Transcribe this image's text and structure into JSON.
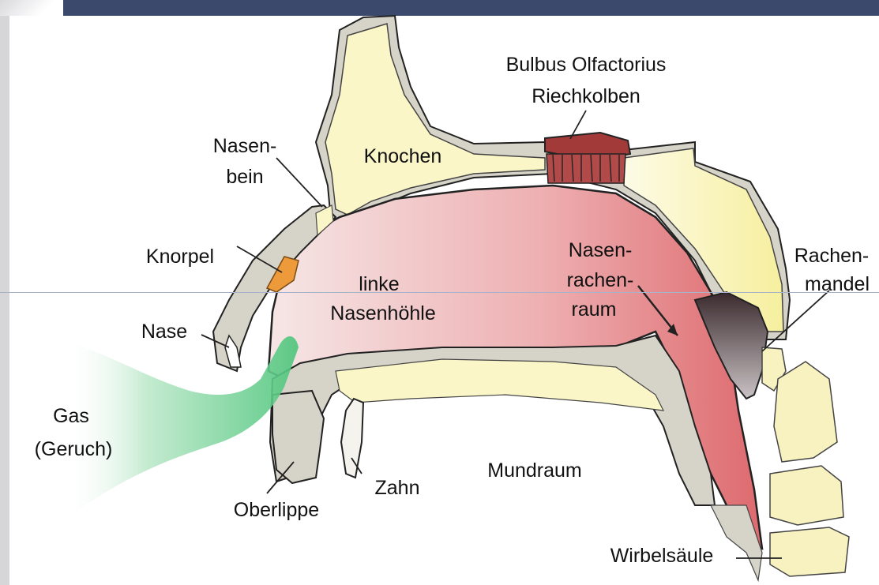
{
  "labels": {
    "bulbus_line1": "Bulbus Olfactorius",
    "bulbus_line2": "Riechkolben",
    "nasenbein_line1": "Nasen-",
    "nasenbein_line2": "bein",
    "knochen": "Knochen",
    "knorpel": "Knorpel",
    "linke_line1": "linke",
    "linke_line2": "Nasenhöhle",
    "nasenrachenraum_line1": "Nasen-",
    "nasenrachenraum_line2": "rachen-",
    "nasenrachenraum_line3": "raum",
    "rachenmandel_line1": "Rachen-",
    "rachenmandel_line2": "mandel",
    "nase": "Nase",
    "gas_line1": "Gas",
    "gas_line2": "(Geruch)",
    "zahn": "Zahn",
    "mundraum": "Mundraum",
    "oberlippe": "Oberlippe",
    "wirbelsaeule": "Wirbelsäule"
  },
  "colors": {
    "cavity_light": "#f4dede",
    "cavity_dark": "#de6e72",
    "bone_yellow": "#fbf6c8",
    "tissue_gray": "#d6d3c8",
    "outline": "#222222",
    "cartilage_orange": "#ed9a3a",
    "bulb_red": "#a23a3a",
    "gas_green": "#4cc57a",
    "frame_bar": "#3b4a6c"
  }
}
